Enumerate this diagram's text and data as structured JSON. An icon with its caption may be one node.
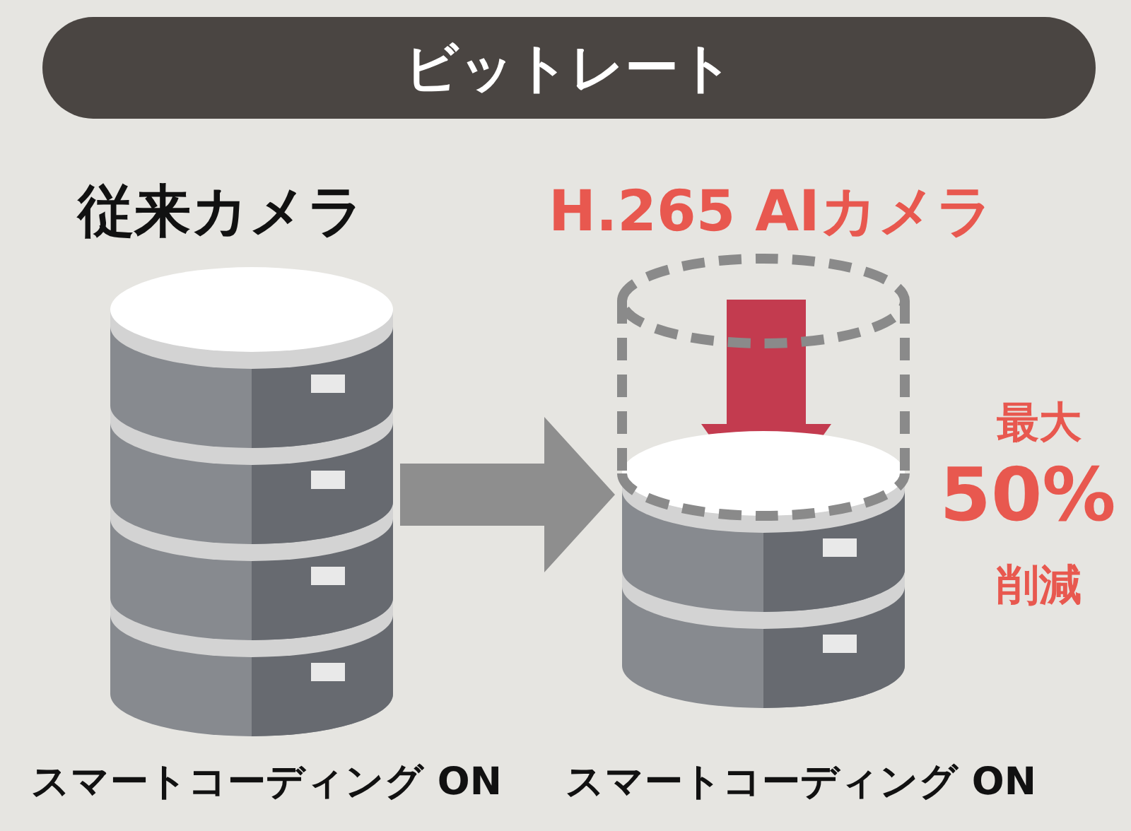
{
  "diagram": {
    "title": "ビットレート",
    "nodes": [
      {
        "text": [],
        "shape": "cylinder"
      },
      {
        "text": [],
        "shape": "cylinder"
      }
    ],
    "edges": [
      {
        "from": 0,
        "to": 1,
        "arrow": "to"
      }
    ],
    "labels": [
      "従来カメラ",
      "H.265 AIカメラ",
      "最大",
      "50%",
      "削減",
      "スマートコーディング ON",
      "スマートコーディング ON"
    ]
  }
}
